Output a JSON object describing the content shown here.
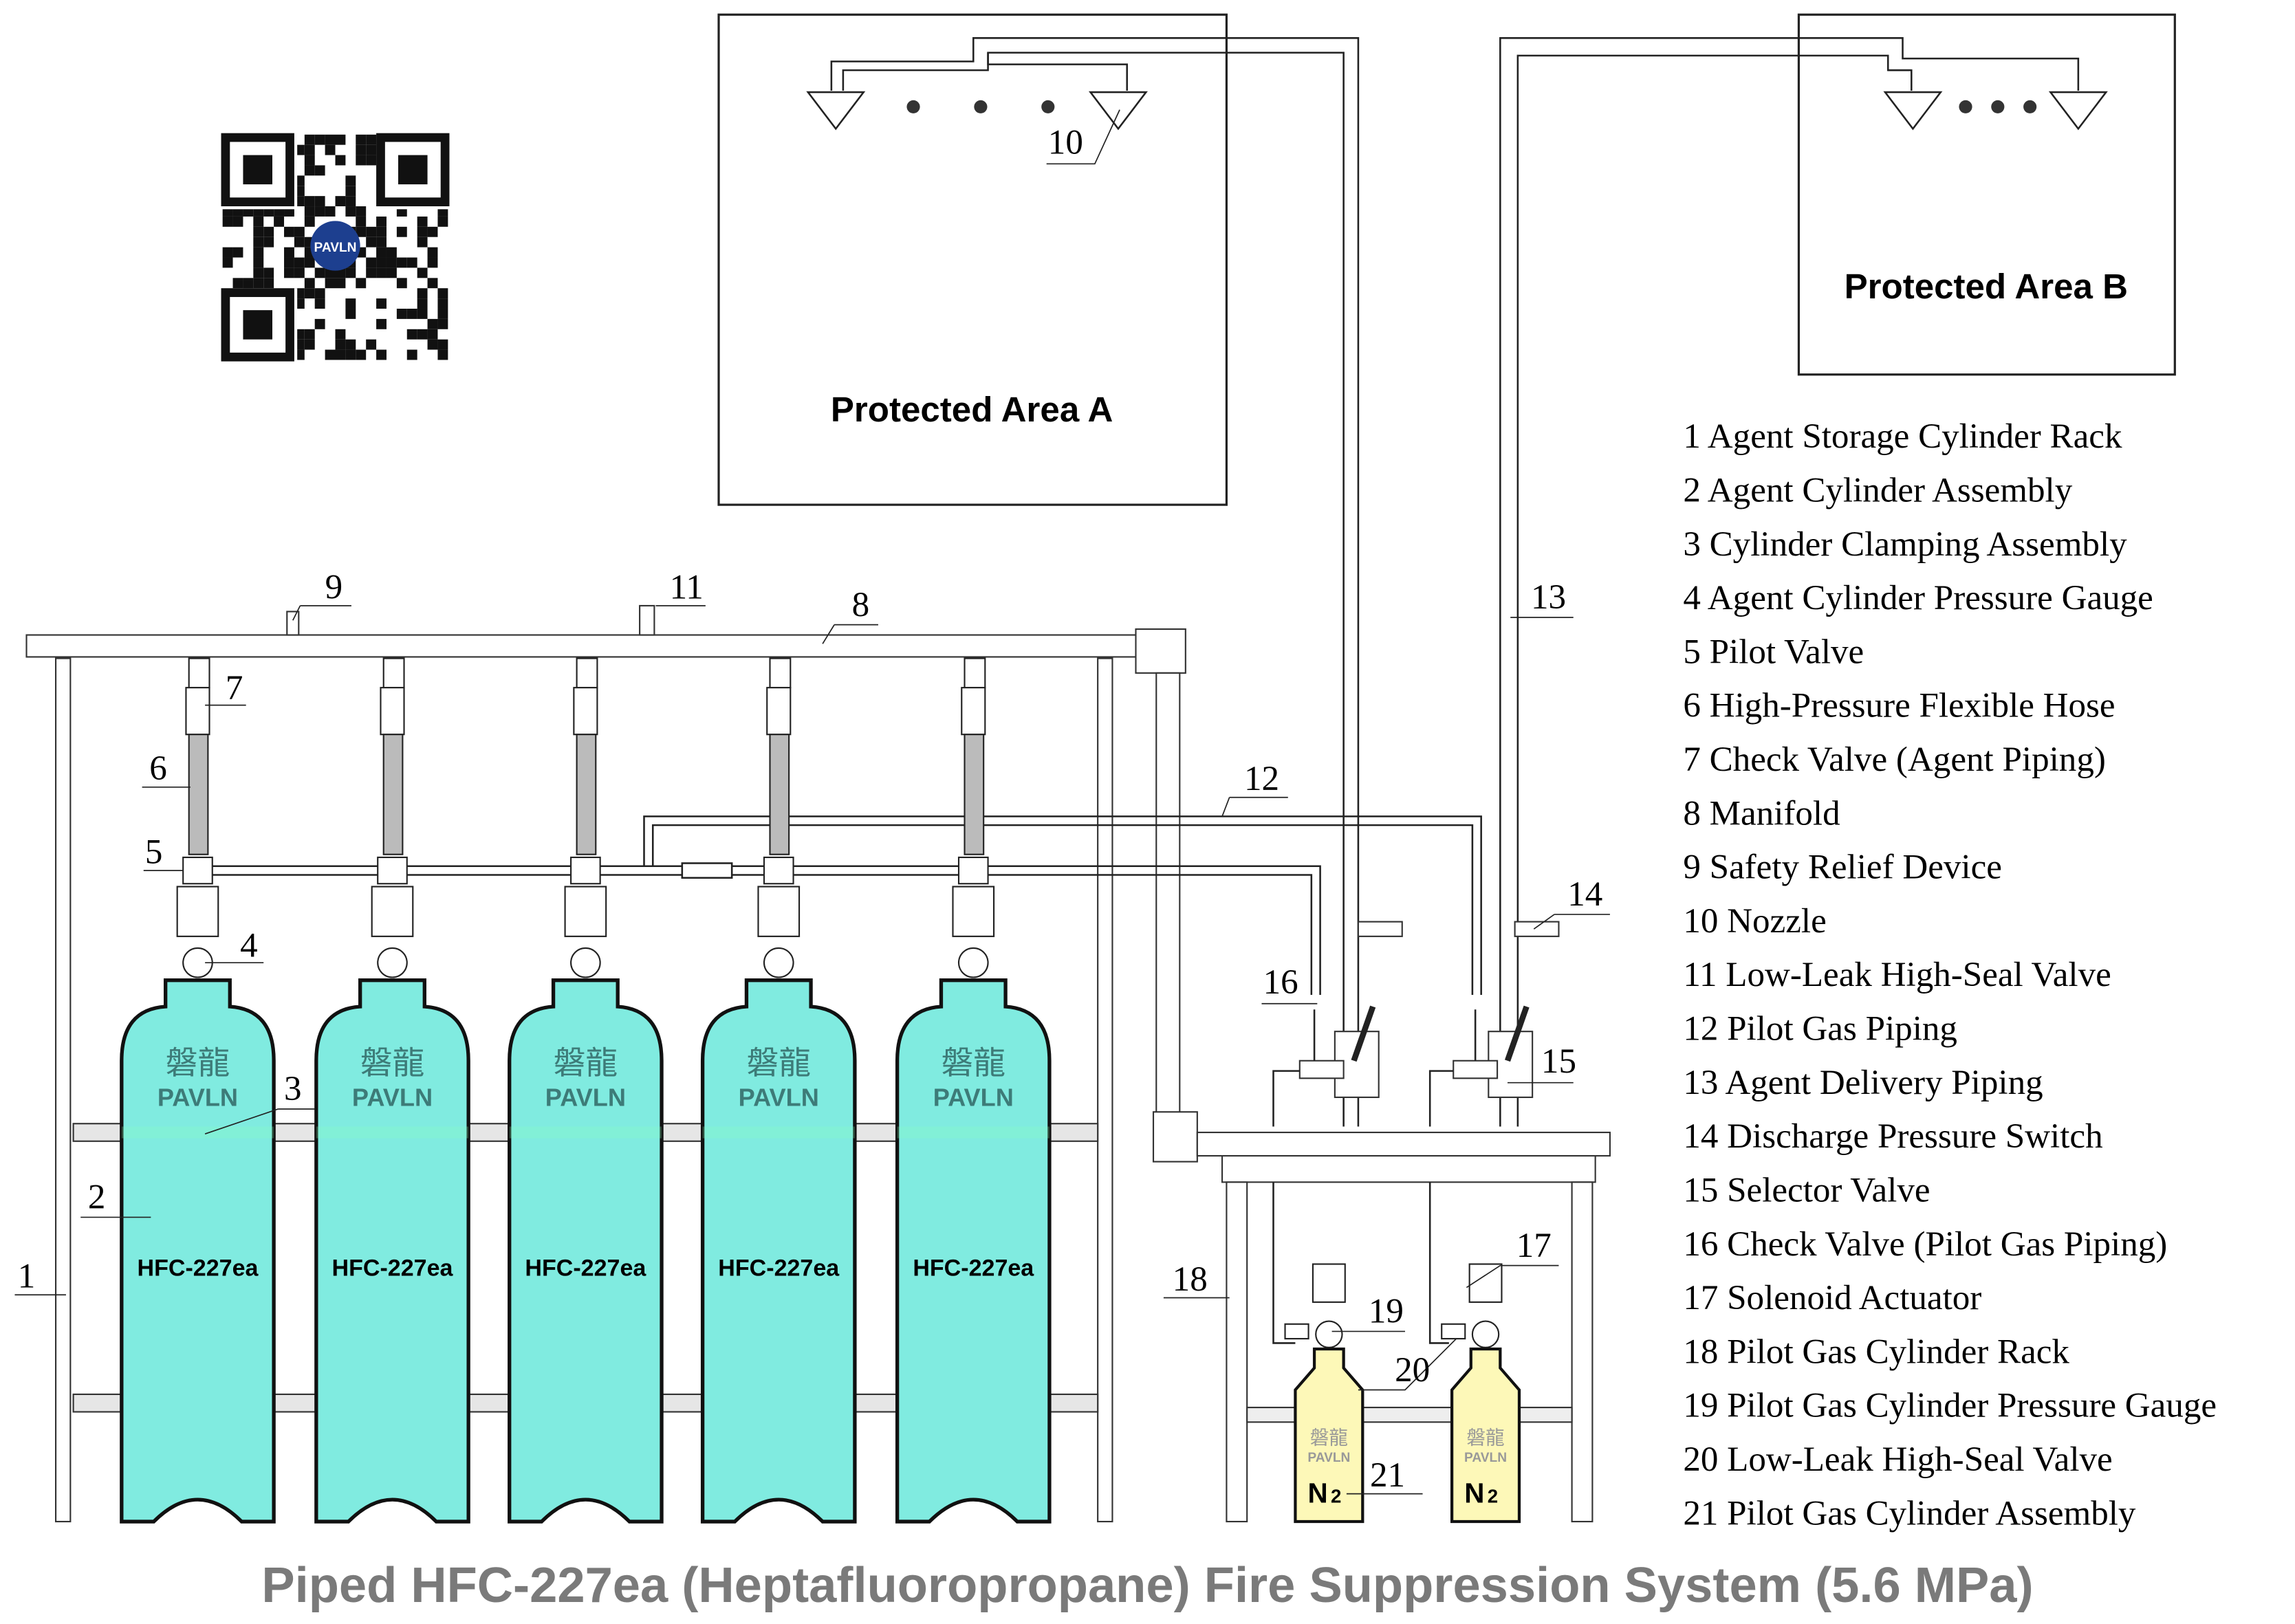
{
  "title": "Piped HFC-227ea (Heptafluoropropane) Fire Suppression System (5.6 MPa)",
  "areas": {
    "a": "Protected Area A",
    "b": "Protected Area B"
  },
  "qr_logo": "PAVLN",
  "brand": {
    "chinese": "磐龍",
    "latin": "PAVLN"
  },
  "agent_cylinders": [
    "HFC-227ea",
    "HFC-227ea",
    "HFC-227ea",
    "HFC-227ea",
    "HFC-227ea"
  ],
  "pilot_cylinders": [
    "N",
    "N"
  ],
  "pilot_subscript": "2",
  "callouts": [
    "1",
    "2",
    "3",
    "4",
    "5",
    "6",
    "7",
    "8",
    "9",
    "10",
    "11",
    "12",
    "13",
    "14",
    "15",
    "16",
    "17",
    "18",
    "19",
    "20",
    "21"
  ],
  "legend": [
    "1 Agent Storage Cylinder Rack",
    "2 Agent Cylinder Assembly",
    "3 Cylinder Clamping Assembly",
    "4 Agent Cylinder Pressure Gauge",
    "5 Pilot Valve",
    "6 High-Pressure Flexible Hose",
    "7 Check Valve (Agent Piping)",
    "8 Manifold",
    "9 Safety Relief Device",
    "10 Nozzle",
    "11 Low-Leak High-Seal Valve",
    "12 Pilot Gas Piping",
    "13 Agent Delivery Piping",
    "14 Discharge Pressure Switch",
    "15 Selector Valve",
    "16 Check Valve (Pilot Gas Piping)",
    "17 Solenoid Actuator",
    "18 Pilot Gas Cylinder Rack",
    "19 Pilot Gas Cylinder Pressure Gauge",
    "20 Low-Leak High-Seal Valve",
    "21 Pilot Gas Cylinder Assembly"
  ],
  "colors": {
    "agent_cylinder": "#80ebe0",
    "brand_text": "#3d7b78",
    "pilot_cylinder": "#fdf8b8",
    "title": "#7a7a7a"
  }
}
